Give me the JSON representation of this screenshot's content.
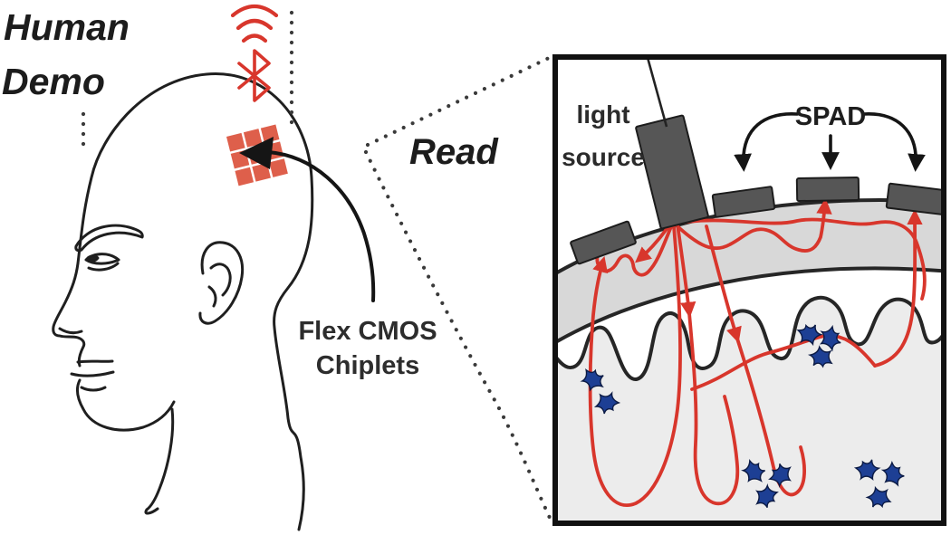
{
  "figure": {
    "left_panel": {
      "title_line1": "Human",
      "title_line2": "Demo",
      "read_label": "Read",
      "chiplet_label_line1": "Flex CMOS",
      "chiplet_label_line2": "Chiplets",
      "icons": [
        {
          "name": "bluetooth-icon",
          "meaning": "wireless Bluetooth link from head-mounted chiplet"
        },
        {
          "name": "wireless-waves-icon",
          "meaning": "radio transmission waves"
        },
        {
          "name": "cmos-chiplet-array-icon",
          "meaning": "3x3 flexible CMOS chiplet patch on scalp"
        }
      ]
    },
    "inset_panel": {
      "light_source_label_line1": "light",
      "light_source_label_line2": "source",
      "spad_label": "SPAD",
      "content": "Zoomed cross-section of scalp/skull/brain showing a light source block and three SPAD detector blocks on the scalp, red photon scattering paths through tissue, and blue neuron cells in the cortex"
    },
    "colors": {
      "accent_red": "#d8362c",
      "chiplet_orange": "#de5f4b",
      "neuron_blue": "#1d3f94",
      "block_gray": "#565656",
      "band_gray": "#d8d8d8",
      "brain_gray": "#ececec",
      "ink": "#1f1f1f"
    }
  }
}
